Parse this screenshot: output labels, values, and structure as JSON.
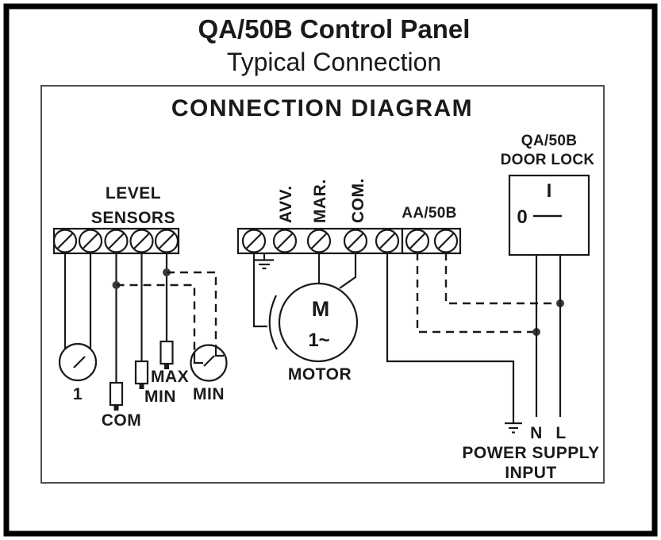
{
  "header": {
    "title": "QA/50B Control Panel",
    "subtitle": "Typical Connection"
  },
  "diagram_title": "CONNECTION DIAGRAM",
  "level_sensors": {
    "label_line1": "LEVEL",
    "label_line2": "SENSORS",
    "float_switch_label": "1",
    "electrode_com_label": "COM",
    "electrode_min_label": "MIN",
    "electrode_max_label": "MAX",
    "float_switch_min_label": "MIN"
  },
  "main_terminal_labels": {
    "avv": "AVV.",
    "mar": "MAR.",
    "com": "COM."
  },
  "aa50b_label": "AA/50B",
  "motor": {
    "letter": "M",
    "phase": "1~",
    "label": "MOTOR"
  },
  "door_lock": {
    "device_line1": "QA/50B",
    "device_line2": "DOOR LOCK",
    "switch_on": "I",
    "switch_off": "0"
  },
  "power_supply": {
    "neutral": "N",
    "line": "L",
    "label_line1": "POWER SUPPLY",
    "label_line2": "INPUT"
  },
  "colors": {
    "ink": "#1a1a1a",
    "background": "#ffffff"
  }
}
